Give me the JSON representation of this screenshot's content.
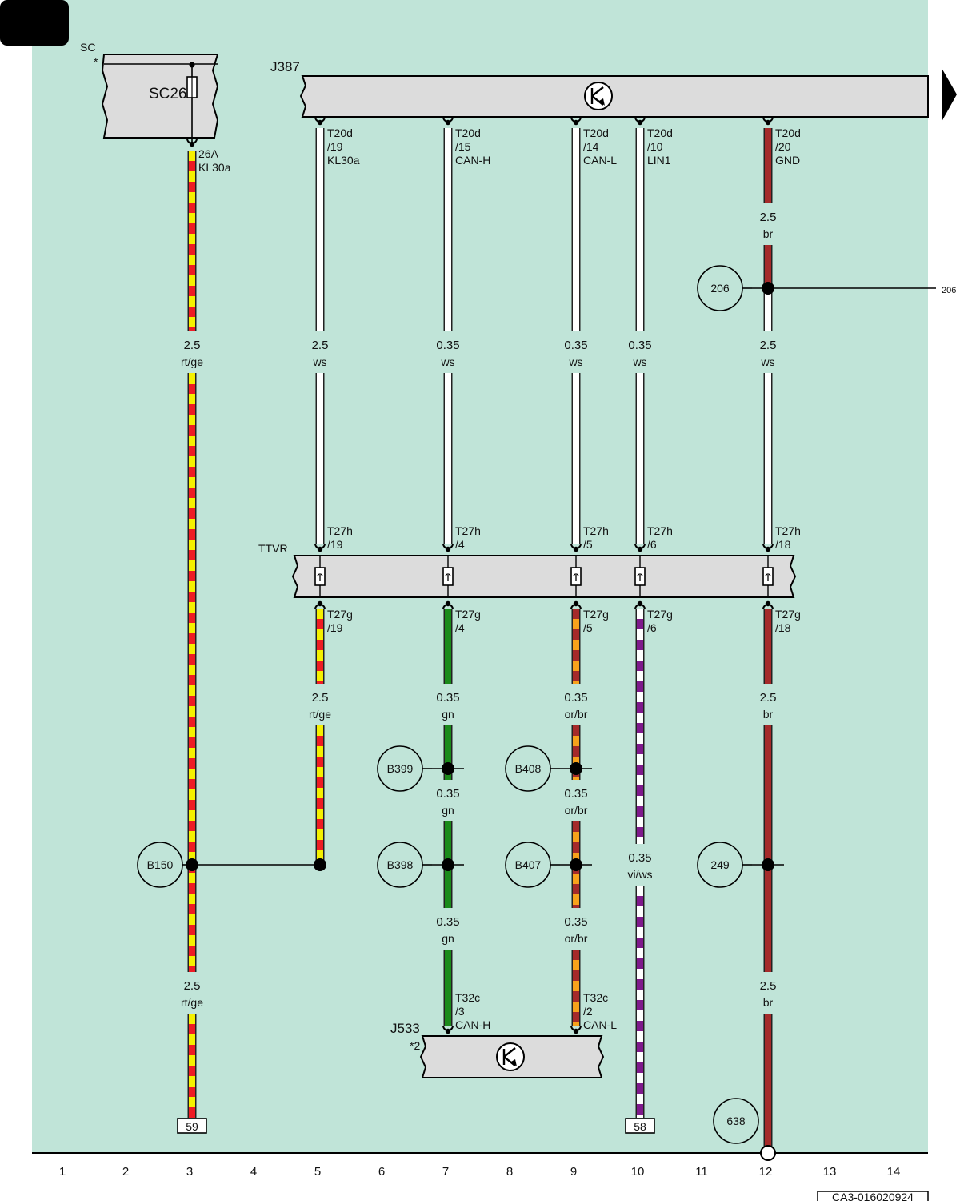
{
  "page": {
    "doc_code": "CA3-016020924",
    "background": "#c0e4d8",
    "grid_numbers": [
      "1",
      "2",
      "3",
      "4",
      "5",
      "6",
      "7",
      "8",
      "9",
      "10",
      "11",
      "12",
      "13",
      "14"
    ]
  },
  "components": {
    "sc": {
      "name": "SC",
      "star": "*",
      "fuse": "SC26"
    },
    "j387": {
      "name": "J387",
      "icon": "control-unit-icon"
    },
    "ttvr": {
      "name": "TTVR"
    },
    "j533": {
      "name": "J533",
      "note": "*2",
      "icon": "control-unit-icon"
    }
  },
  "pins": {
    "sc_out": [
      "26A",
      "KL30a"
    ],
    "j387_c5": [
      "T20d",
      "/19",
      "KL30a"
    ],
    "j387_c7": [
      "T20d",
      "/15",
      "CAN-H"
    ],
    "j387_c9": [
      "T20d",
      "/14",
      "CAN-L"
    ],
    "j387_c10": [
      "T20d",
      "/10",
      "LIN1"
    ],
    "j387_c12": [
      "T20d",
      "/20",
      "GND"
    ],
    "ttvr_top_c5": [
      "T27h",
      "/19"
    ],
    "ttvr_top_c7": [
      "T27h",
      "/4"
    ],
    "ttvr_top_c9": [
      "T27h",
      "/5"
    ],
    "ttvr_top_c10": [
      "T27h",
      "/6"
    ],
    "ttvr_top_c12": [
      "T27h",
      "/18"
    ],
    "ttvr_bot_c5": [
      "T27g",
      "/19"
    ],
    "ttvr_bot_c7": [
      "T27g",
      "/4"
    ],
    "ttvr_bot_c9": [
      "T27g",
      "/5"
    ],
    "ttvr_bot_c10": [
      "T27g",
      "/6"
    ],
    "ttvr_bot_c12": [
      "T27g",
      "/18"
    ],
    "j533_c7": [
      "T32c",
      "/3",
      "CAN-H"
    ],
    "j533_c9": [
      "T32c",
      "/2",
      "CAN-L"
    ]
  },
  "wire_labels": {
    "c3_a": [
      "2.5",
      "rt/ge"
    ],
    "c3_b": [
      "2.5",
      "rt/ge"
    ],
    "c5_a": [
      "2.5",
      "ws"
    ],
    "c5_b": [
      "2.5",
      "rt/ge"
    ],
    "c7_a": [
      "0.35",
      "ws"
    ],
    "c7_b": [
      "0.35",
      "gn"
    ],
    "c7_c": [
      "0.35",
      "gn"
    ],
    "c7_d": [
      "0.35",
      "gn"
    ],
    "c9_a": [
      "0.35",
      "ws"
    ],
    "c9_b": [
      "0.35",
      "or/br"
    ],
    "c9_c": [
      "0.35",
      "or/br"
    ],
    "c9_d": [
      "0.35",
      "or/br"
    ],
    "c10_a": [
      "0.35",
      "ws"
    ],
    "c10_b": [
      "0.35",
      "vi/ws"
    ],
    "c12_a": [
      "2.5",
      "br"
    ],
    "c12_b": [
      "2.5",
      "ws"
    ],
    "c12_c": [
      "2.5",
      "br"
    ],
    "c12_d": [
      "2.5",
      "br"
    ]
  },
  "junctions": {
    "j206": "206",
    "j206_ref": "206",
    "b150": "B150",
    "b399": "B399",
    "b408": "B408",
    "b398": "B398",
    "b407": "B407",
    "j249": "249",
    "g638": "638"
  },
  "refs": {
    "r59": "59",
    "r58": "58"
  },
  "colors": {
    "rt": "#ee1c24",
    "ge": "#f5f000",
    "ws": "#ffffff",
    "gn": "#1a8a1a",
    "or": "#f7a21b",
    "br": "#a52a2a",
    "vi": "#7f1a8c",
    "component_fill": "#dcdcdc"
  }
}
